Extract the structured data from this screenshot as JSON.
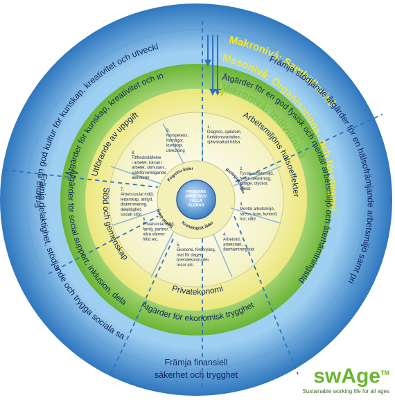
{
  "levels": {
    "macro": "Makronivå: Samhällsnivå",
    "meso": "Mesonivå: Organisations- och företagsnivå",
    "micro": "Mikronivå: Individnivå"
  },
  "outer_ring": {
    "left_top": "Främja en god kultur för kunskap, kreativitet och utveckling",
    "right": "Främja stödjande åtgärder för en hälsofrämjande arbetsmiljö samt primär-, sekundär- och tertiärprevention",
    "left_bottom": "Främja delaktighet, stödjande och trygga sociala sammanhang",
    "bottom_line1": "Främja finansiell",
    "bottom_line2": "säkerhet och trygghet"
  },
  "green_ring": {
    "top_left": "Åtgärder för kunskap, kreativitet och inre motivation",
    "right": "Åtgärder för en god fysisk och mental arbetsmiljö och återhämtningstid",
    "left": "Åtgärder för social support, inklusion, delaktighet",
    "bottom": "Åtgärder för ekonomisk trygghet"
  },
  "yellow_ring": {
    "top_left": "Utförande av uppgift",
    "right": "Arbetsmiljöns hälsoeffekter",
    "left": "Stöd och gemenskap",
    "bottom": "Privatekonomi"
  },
  "segments": {
    "s1": [
      "1.",
      "Diagnos, sjukdom,",
      "funktionsvariation,",
      "självskattad hälsa"
    ],
    "s2": [
      "2.",
      "Fysisk arbetsmiljö,",
      "fysisk belastning,",
      "slitage, olyckor,",
      "klimat"
    ],
    "s3": [
      "3.",
      "Mental arbetsmiljö,",
      "stress, krav, kontroll,",
      "hot, våld"
    ],
    "s4": [
      "4.",
      "Arbetstid,",
      "arbetstakt,",
      "återhämtningstid"
    ],
    "s5": [
      "5.",
      "Ekonomi, försörjning,",
      "mat för dagen,",
      "boendekostnader,",
      "resor etc."
    ],
    "s6": [
      "6.",
      "Privatsocial miljö,",
      "familj, partner,",
      "nära vänner",
      "fritid etc."
    ],
    "s7": [
      "7.",
      "Arbetssocial miljö,",
      "ledarskap, attityd,",
      "diskriminering,",
      "delaktighet,",
      "socialt stöd"
    ],
    "s8": [
      "8.",
      "Tillfredsställelse",
      "i arbetet, känan i",
      "arbetet, stimulans,",
      "självförverkligande",
      "aktiviteter"
    ],
    "s9": [
      "9.",
      "Kompetens,",
      "förmågor,",
      "kunskap,",
      "utveckling"
    ]
  },
  "inner": {
    "kognitiv": "Kognitiv ålder",
    "biologisk": "Biologisk ålder",
    "social": "Social ålder",
    "kronologisk": "Kronologisk ålder",
    "center": [
      "FRISKARE",
      "ARBETSLIV",
      "I ALLA",
      "ÅLDRAR"
    ]
  },
  "logo": {
    "name": "swAge",
    "tm": "TM",
    "tagline": "Sustainable working life for all ages"
  },
  "colors": {
    "blue_outer": "#3d84c6",
    "blue_light": "#7ab8e6",
    "green": "#7cc242",
    "green_light": "#a7d86a",
    "yellow": "#f1ee91",
    "yellow_light": "#fbf9cf",
    "text_dark": "#1b2a6b",
    "accent_yellow": "#f2ea2f",
    "logo_green": "#6bb530"
  }
}
